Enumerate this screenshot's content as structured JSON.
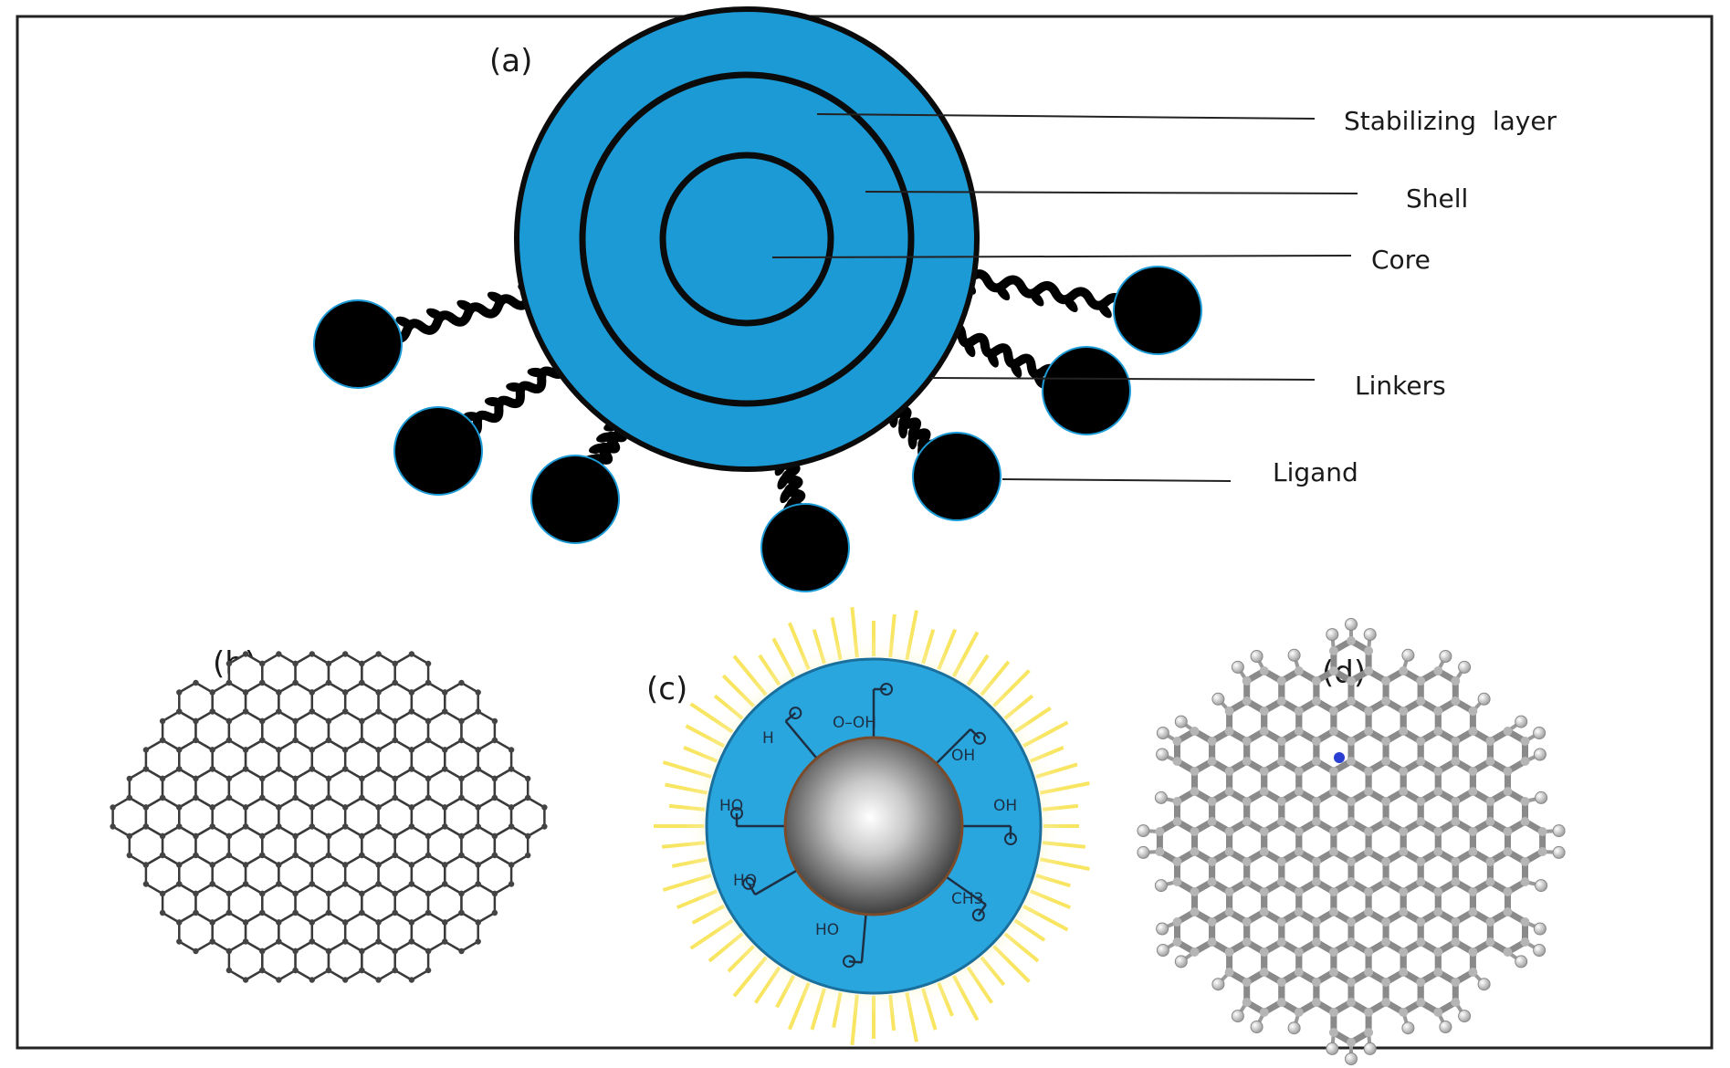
{
  "figure": {
    "panels": {
      "a": {
        "label": "(a)"
      },
      "b": {
        "label": "(b)"
      },
      "c": {
        "label": "(c)"
      },
      "d": {
        "label": "(d)"
      }
    },
    "callouts": {
      "stabilizing_layer": "Stabilizing  layer",
      "shell": "Shell",
      "core": "Core",
      "linkers": "Linkers",
      "ligand": "Ligand"
    },
    "functional_groups": {
      "cooh_top": "O–OH",
      "h_top": "H",
      "oh_upper_right": "OH",
      "ho_left": "HO",
      "oh_right": "OH",
      "ho_lower_left": "HO",
      "ch3": "CH3",
      "ho_bottom": "HO"
    },
    "colors": {
      "particle_blue": "#1b9ad6",
      "outline": "#0b0b0b",
      "ligand": "#000000",
      "graphene_node_b": "#444444",
      "graphene_bond_d": "#8a8a8a",
      "glow_yellow": "#f7e14a"
    }
  }
}
